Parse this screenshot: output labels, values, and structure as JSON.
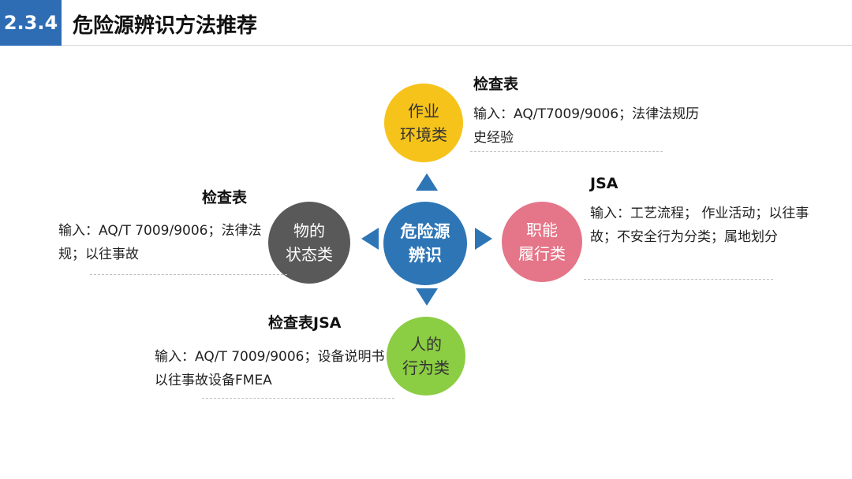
{
  "header": {
    "section_number": "2.3.4",
    "title": "危险源辨识方法推荐",
    "badge_color": "#2e6db4"
  },
  "center": {
    "line1": "危险源",
    "line2": "辨识",
    "color": "#2e75b6"
  },
  "nodes": {
    "top": {
      "line1": "作业",
      "line2": "环境类",
      "color": "#f6c31a",
      "method": "检查表",
      "inputs": "输入：AQ/T7009/9006；法律法规历史经验"
    },
    "right": {
      "line1": "职能",
      "line2": "履行类",
      "color": "#e57588",
      "method": "JSA",
      "inputs": "输入：工艺流程； 作业活动；以往事故；不安全行为分类；属地划分"
    },
    "left": {
      "line1": "物的",
      "line2": "状态类",
      "color": "#595959",
      "method": "检查表",
      "inputs": "输入：AQ/T 7009/9006；法律法规；以往事故"
    },
    "bottom": {
      "line1": "人的",
      "line2": "行为类",
      "color": "#8bcd43",
      "method": "检查表JSA",
      "inputs": "输入：AQ/T 7009/9006；设备说明书以往事故设备FMEA"
    }
  },
  "icons": {
    "arrow_up": "arrow-up-icon",
    "arrow_down": "arrow-down-icon",
    "arrow_left": "arrow-left-icon",
    "arrow_right": "arrow-right-icon"
  }
}
